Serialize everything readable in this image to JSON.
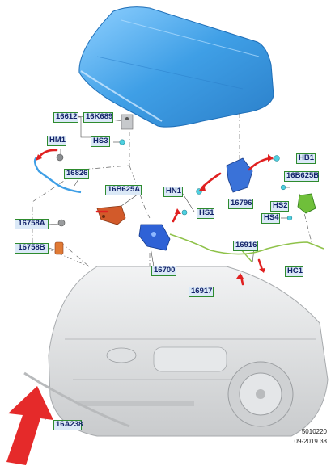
{
  "diagram": {
    "labels": {
      "l16612": "16612",
      "l16K689": "16K689",
      "lHS3": "HS3",
      "lHM1": "HM1",
      "l16826": "16826",
      "l16B625A": "16B625A",
      "l16758A": "16758A",
      "l16758B": "16758B",
      "l16700": "16700",
      "lHS1": "HS1",
      "lHN1": "HN1",
      "l16796": "16796",
      "lHB1": "HB1",
      "l16B625B": "16B625B",
      "lHS2": "HS2",
      "lHS4": "HS4",
      "l16916": "16916",
      "lHC1": "HC1",
      "l16917": "16917",
      "l16A238": "16A238"
    },
    "reference": {
      "code": "5010220",
      "date": "09-2019 38"
    },
    "colors": {
      "hood": "#3f9fe6",
      "label_fill": "#dbe9f7",
      "label_border": "#2e8b2e",
      "label_text": "#14246a",
      "red_arrow": "#e02020",
      "cable_green": "#8fc24a",
      "bumper_gray": "#d4d6d8"
    }
  }
}
